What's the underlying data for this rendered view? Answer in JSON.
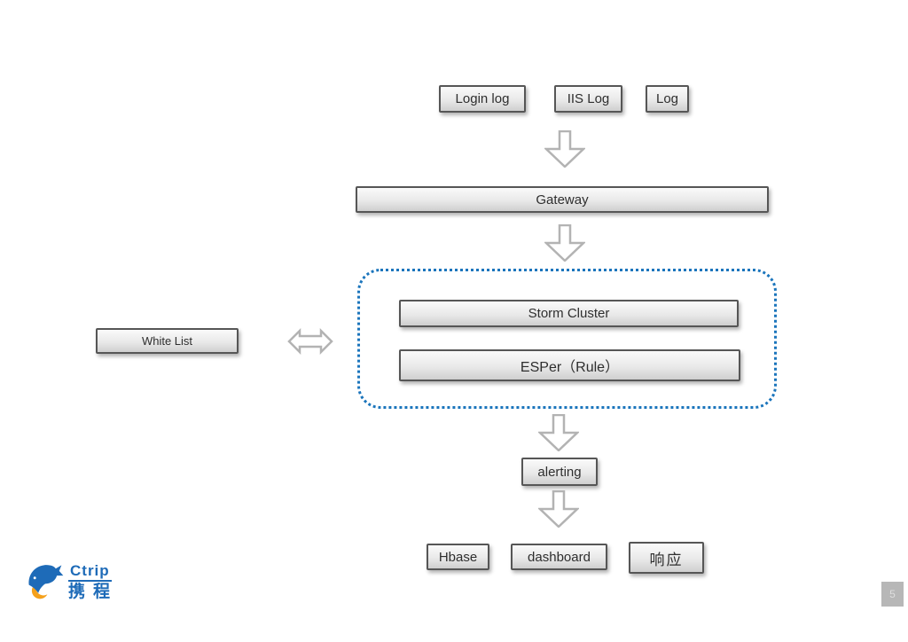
{
  "slide": {
    "background_color": "#ffffff",
    "page_number": "5"
  },
  "diagram": {
    "sources": [
      {
        "label": "Login log"
      },
      {
        "label": "IIS Log"
      },
      {
        "label": "Log"
      }
    ],
    "gateway": {
      "label": "Gateway"
    },
    "cluster": {
      "storm": {
        "label": "Storm Cluster"
      },
      "esper": {
        "label": "ESPer（Rule）"
      },
      "border_color": "#1b75bc"
    },
    "white_list": {
      "label": "White List"
    },
    "alerting": {
      "label": "alerting"
    },
    "outputs": [
      {
        "label": "Hbase"
      },
      {
        "label": "dashboard"
      },
      {
        "label": "响应"
      }
    ],
    "arrow_color": "#b3b3b3"
  },
  "logo": {
    "brand": "Ctrip",
    "brand_cn": "携程",
    "blue": "#1e6bb8",
    "orange": "#f5a11c"
  }
}
